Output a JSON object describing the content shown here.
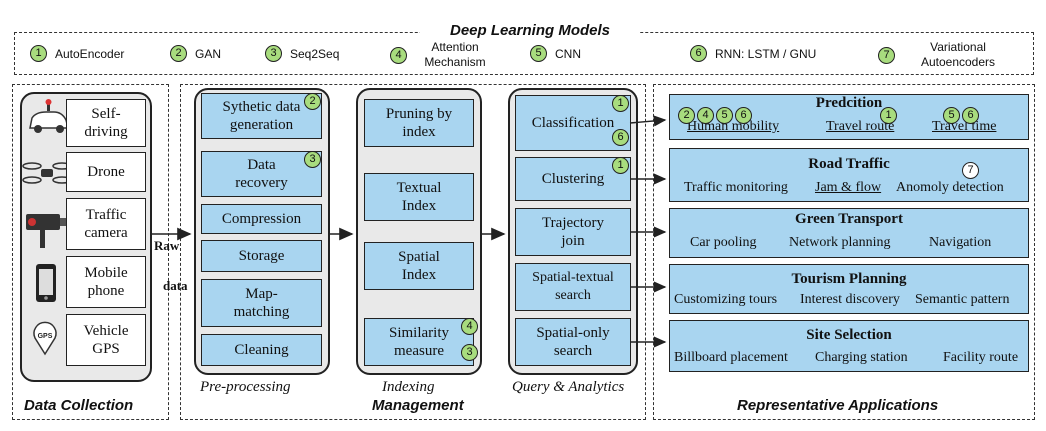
{
  "models": {
    "title": "Deep Learning Models",
    "items": [
      {
        "num": "1",
        "label": "AutoEncoder"
      },
      {
        "num": "2",
        "label": "GAN"
      },
      {
        "num": "3",
        "label": "Seq2Seq"
      },
      {
        "num": "4",
        "label": "Attention Mechanism"
      },
      {
        "num": "5",
        "label": "CNN"
      },
      {
        "num": "6",
        "label": "RNN: LSTM / GNU"
      },
      {
        "num": "7",
        "label": "Variational Autoencoders"
      }
    ]
  },
  "collection": {
    "caption": "Data Collection",
    "devices": [
      {
        "label": "Self-driving",
        "icon": "car-icon"
      },
      {
        "label": "Drone",
        "icon": "drone-icon"
      },
      {
        "label": "Traffic camera",
        "icon": "camera-icon"
      },
      {
        "label": "Mobile phone",
        "icon": "phone-icon"
      },
      {
        "label": "Vehicle GPS",
        "icon": "gps-icon",
        "icon_text": "GPS"
      }
    ],
    "arrow_label_1": "Raw",
    "arrow_label_2": "data"
  },
  "preprocessing": {
    "caption": "Pre-processing",
    "items": [
      "Sythetic data generation",
      "Data recovery",
      "Compression",
      "Storage",
      "Map-matching",
      "Cleaning"
    ]
  },
  "indexing": {
    "caption_1": "Indexing",
    "caption_2": "Management",
    "items": [
      "Pruning by index",
      "Textual Index",
      "Spatial Index",
      "Similarity measure"
    ]
  },
  "query": {
    "caption": "Query & Analytics",
    "items": [
      "Classification",
      "Clustering",
      "Trajectory join",
      "Spatial-textual search",
      "Spatial-only search"
    ]
  },
  "applications": {
    "caption": "Representative Applications",
    "groups": [
      {
        "title": "Predcition",
        "items": [
          "Human mobility",
          "Travel route",
          "Travel time"
        ]
      },
      {
        "title": "Road Traffic",
        "items": [
          "Traffic monitoring",
          "Jam & flow",
          "Anomoly detection"
        ]
      },
      {
        "title": "Green Transport",
        "items": [
          "Car pooling",
          "Network planning",
          "Navigation"
        ]
      },
      {
        "title": "Tourism Planning",
        "items": [
          "Customizing tours",
          "Interest discovery",
          "Semantic pattern"
        ]
      },
      {
        "title": "Site Selection",
        "items": [
          "Billboard placement",
          "Charging station",
          "Facility route"
        ]
      }
    ]
  },
  "colors": {
    "box_blue": "#a9d5f0",
    "panel_gray": "#e9e9e9",
    "badge_green": "#a8dc7e"
  }
}
